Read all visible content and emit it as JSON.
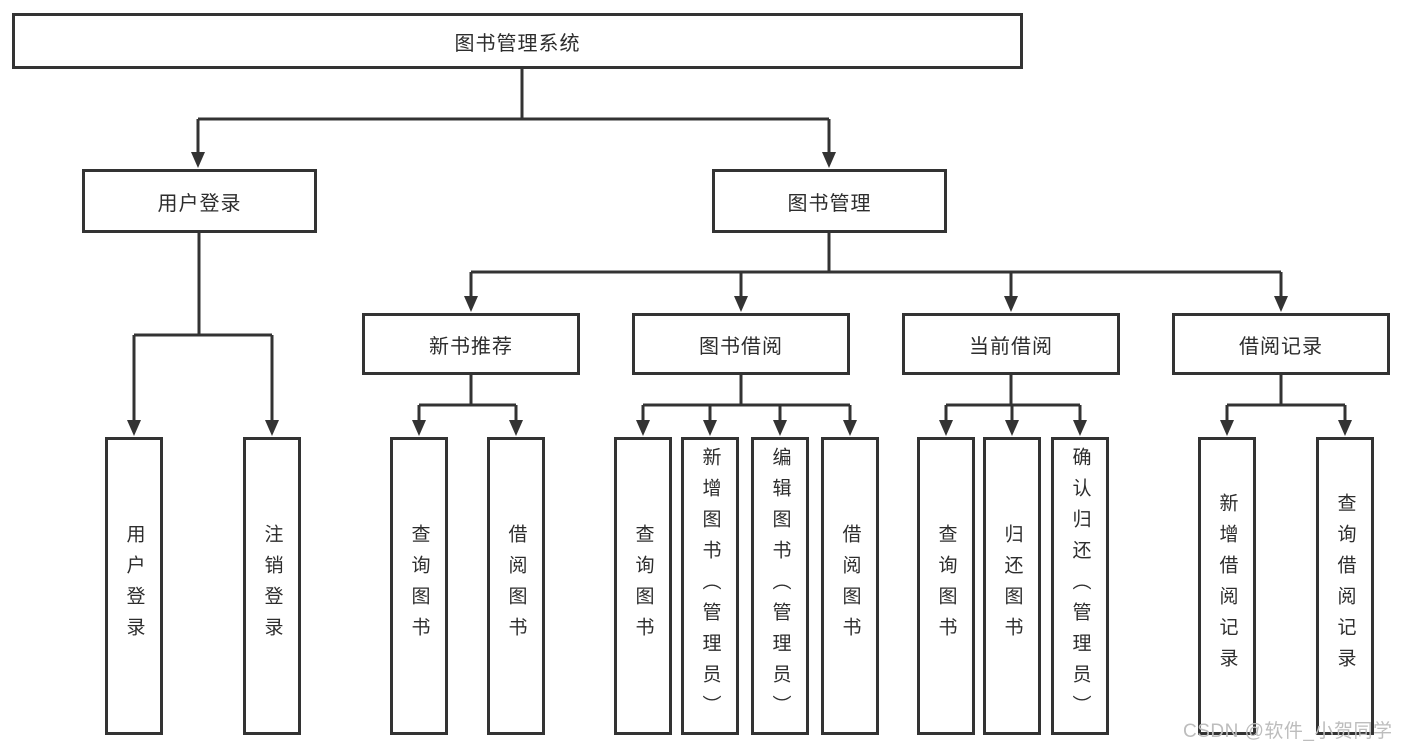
{
  "diagram": {
    "root": {
      "label": "图书管理系统"
    },
    "branches": [
      {
        "label": "用户登录"
      },
      {
        "label": "图书管理"
      }
    ],
    "modules": [
      {
        "label": "新书推荐"
      },
      {
        "label": "图书借阅"
      },
      {
        "label": "当前借阅"
      },
      {
        "label": "借阅记录"
      }
    ],
    "leaves": [
      {
        "label": "用户登录"
      },
      {
        "label": "注销登录"
      },
      {
        "label": "查询图书"
      },
      {
        "label": "借阅图书"
      },
      {
        "label": "查询图书"
      },
      {
        "label": "新增图书（管理员）"
      },
      {
        "label": "编辑图书（管理员）"
      },
      {
        "label": "借阅图书"
      },
      {
        "label": "查询图书"
      },
      {
        "label": "归还图书"
      },
      {
        "label": "确认归还（管理员）"
      },
      {
        "label": "新增借阅记录"
      },
      {
        "label": "查询借阅记录"
      }
    ]
  },
  "watermark": {
    "text": "CSDN @软件_小贺同学"
  },
  "colors": {
    "line": "#333333",
    "text": "#2d2d2d",
    "watermark": "#bdbdbd",
    "background": "#ffffff"
  }
}
